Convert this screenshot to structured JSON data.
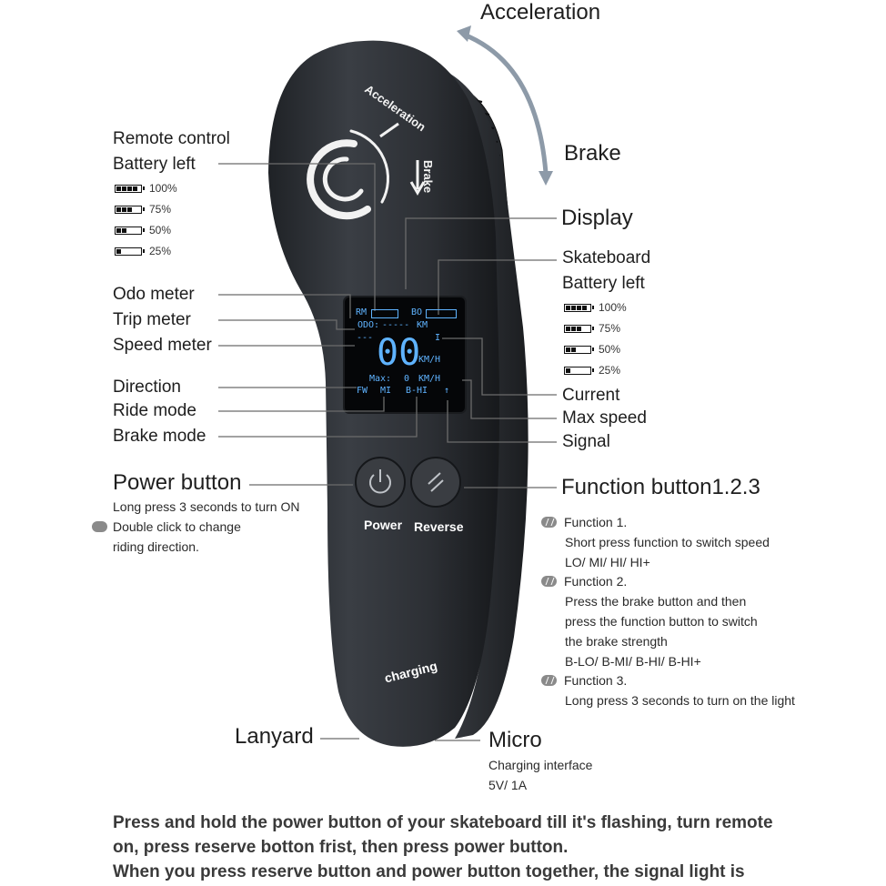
{
  "top": {
    "acceleration": "Acceleration",
    "brake": "Brake"
  },
  "remote_battery": {
    "title_line1": "Remote control",
    "title_line2": "Battery left",
    "levels": [
      "100%",
      "75%",
      "50%",
      "25%"
    ]
  },
  "left_callouts": {
    "odo": "Odo meter",
    "trip": "Trip meter",
    "speed": "Speed meter",
    "direction": "Direction",
    "ride_mode": "Ride mode",
    "brake_mode": "Brake mode"
  },
  "power_button": {
    "title": "Power button",
    "line1": "Long press 3 seconds to turn ON",
    "line2": "Double click to change",
    "line3": "riding direction."
  },
  "right_callouts": {
    "display": "Display",
    "skateboard_line1": "Skateboard",
    "skateboard_line2": "Battery left",
    "levels": [
      "100%",
      "75%",
      "50%",
      "25%"
    ],
    "current": "Current",
    "max_speed": "Max speed",
    "signal": "Signal"
  },
  "function_button": {
    "title": "Function button1.2.3",
    "items": [
      {
        "head": "Function 1.",
        "lines": [
          "Short press function to switch speed",
          "LO/ MI/ HI/ HI+"
        ]
      },
      {
        "head": "Function 2.",
        "lines": [
          "Press the brake button and then",
          "press the function button to switch",
          "the brake strength",
          "B-LO/ B-MI/ B-HI/ B-HI+"
        ]
      },
      {
        "head": "Function 3.",
        "lines": [
          "Long press 3 seconds to turn on the light"
        ]
      }
    ]
  },
  "device": {
    "arc_acceleration": "Acceleration",
    "arc_brake": "Brake",
    "power_label": "Power",
    "reverse_label": "Reverse",
    "charging": "charging",
    "lcd": {
      "rm": "RM",
      "bo": "BO",
      "odo": "ODO:",
      "dashes": "-----",
      "km": "KM",
      "trip": "---",
      "speed": "00",
      "speed_unit": "KM/H",
      "current_mark": "I",
      "max_label": "Max:",
      "max_value": "0",
      "max_unit": "KM/H",
      "dir": "FW",
      "mode": "MI",
      "brake": "B-HI",
      "signal": "↑"
    },
    "body_color": "#2b2e33"
  },
  "bottom_callouts": {
    "lanyard": "Lanyard",
    "micro": "Micro",
    "micro_line1": "Charging interface",
    "micro_line2": "5V/ 1A"
  },
  "instructions": {
    "line1": "Press and hold the power button of your skateboard till it's flashing, turn remote",
    "line2": "on, press reserve botton frist, then press power button.",
    "line3": "When you press reserve button and power button together, the signal light is"
  }
}
